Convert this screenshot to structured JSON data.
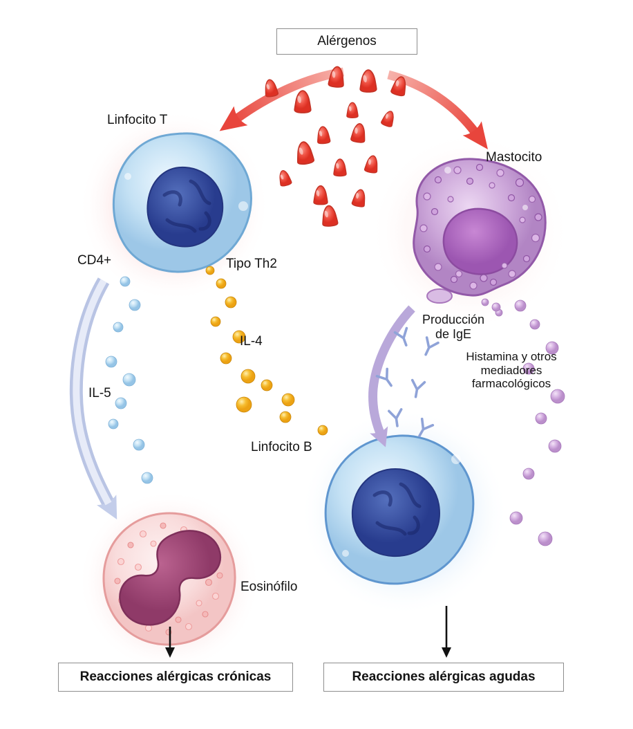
{
  "title": "Alérgenos",
  "labels": {
    "alergenos": "Alérgenos",
    "linfocito_t": "Linfocito T",
    "cd4": "CD4+",
    "tipo_th2": "Tipo Th2",
    "il4": "IL-4",
    "il5": "IL-5",
    "mastocito": "Mastocito",
    "produccion_ige": "Producción de IgE",
    "histamina": "Histamina y otros mediadores farmacológicos",
    "linfocito_b": "Linfocito B",
    "eosinofilo": "Eosinófilo",
    "reacciones_cronicas": "Reacciones alérgicas crónicas",
    "reacciones_agudas": "Reacciones alérgicas agudas"
  },
  "colors": {
    "text_color": "#141414",
    "box_border": "#8d8d8d",
    "allergen_red": "#e8453c",
    "arrow_red": "#e95043",
    "t_cell_blue": "#bcdcf2",
    "nucleus_blue": "#2b3f92",
    "mast_purple": "#c69fd4",
    "b_cell_blue": "#b9d8f2",
    "eosinophil_pink": "#f7d3d3",
    "eosinophil_nucleus": "#a84a7d",
    "il4_yellow": "#f2b226",
    "il5_blue": "#a5d2ef",
    "histamine_purple": "#c39ccf",
    "ige_antibody": "#8fa3d8",
    "lavender_arrow": "#b9c4e4"
  }
}
